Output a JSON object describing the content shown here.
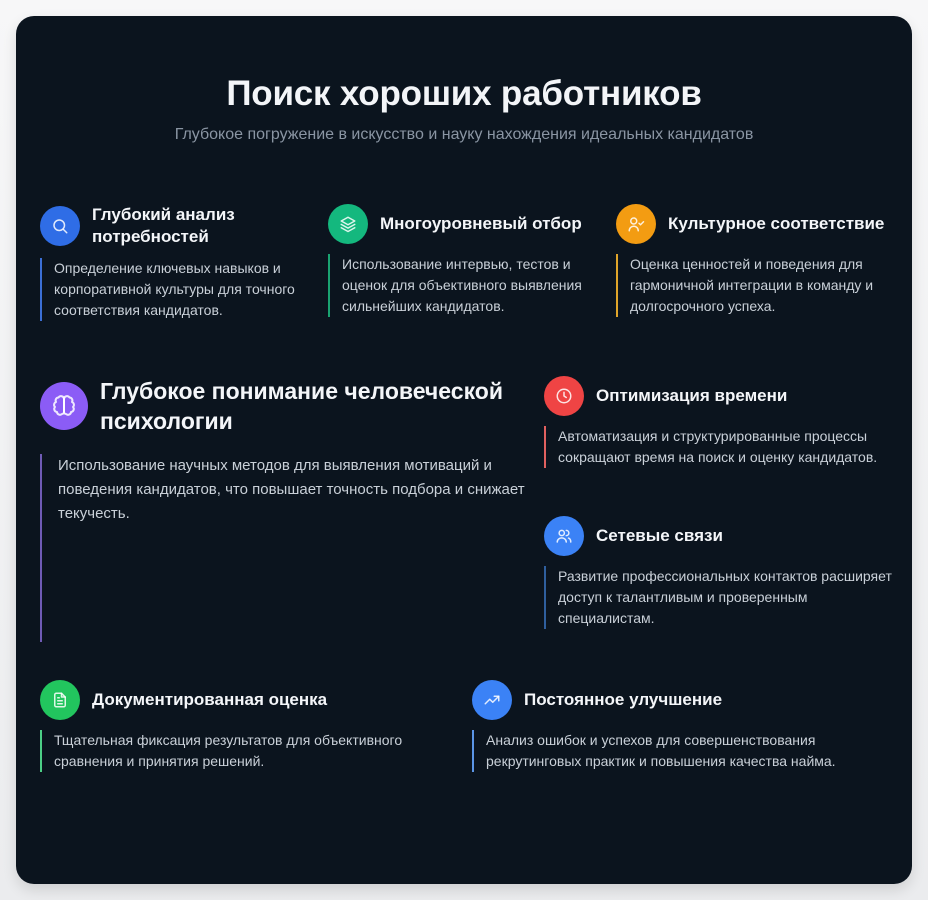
{
  "page": {
    "title": "Поиск хороших работников",
    "subtitle": "Глубокое погружение в искусство и науку нахождения идеальных кандидатов"
  },
  "features": [
    {
      "id": "needs-analysis",
      "title": "Глубокий анализ потребностей",
      "description": "Определение ключевых навыков и корпоративной культуры для точного соответствия кандидатов.",
      "icon": "search-icon",
      "color": "#2f6de6",
      "line_color": "#3b6fd6"
    },
    {
      "id": "multi-level-selection",
      "title": "Многоуровневый отбор",
      "description": "Использование интервью, тестов и оценок для объективного выявления сильнейших кандидатов.",
      "icon": "layers-icon",
      "color": "#14b87e",
      "line_color": "#1aa371"
    },
    {
      "id": "culture-fit",
      "title": "Культурное соответствие",
      "description": "Оценка ценностей и поведения для гармоничной интеграции в команду и долгосрочного успеха.",
      "icon": "user-check-icon",
      "color": "#f39c12",
      "line_color": "#e0a52a"
    },
    {
      "id": "psychology",
      "title": "Глубокое понимание человеческой психологии",
      "description": "Использование научных методов для выявления мотиваций и поведения кандидатов, что повышает точность подбора и снижает текучесть.",
      "icon": "brain-icon",
      "color": "#8b5cf6",
      "line_color": "#6f5bb5"
    },
    {
      "id": "time-optimization",
      "title": "Оптимизация времени",
      "description": "Автоматизация и структурированные процессы сокращают время на поиск и оценку кандидатов.",
      "icon": "clock-icon",
      "color": "#ef4444",
      "line_color": "#e0605f"
    },
    {
      "id": "networking",
      "title": "Сетевые связи",
      "description": "Развитие профессиональных контактов расширяет доступ к талантливым и проверенным специалистам.",
      "icon": "users-icon",
      "color": "#3b82f6",
      "line_color": "#2f5f9e"
    },
    {
      "id": "documented-assessment",
      "title": "Документированная оценка",
      "description": "Тщательная фиксация результатов для объективного сравнения и принятия решений.",
      "icon": "document-icon",
      "color": "#22c55e",
      "line_color": "#4ccf86"
    },
    {
      "id": "continuous-improvement",
      "title": "Постоянное улучшение",
      "description": "Анализ ошибок и успехов для совершенствования рекрутинговых практик и повышения качества найма.",
      "icon": "trending-up-icon",
      "color": "#3b82f6",
      "line_color": "#5b95e6"
    }
  ]
}
